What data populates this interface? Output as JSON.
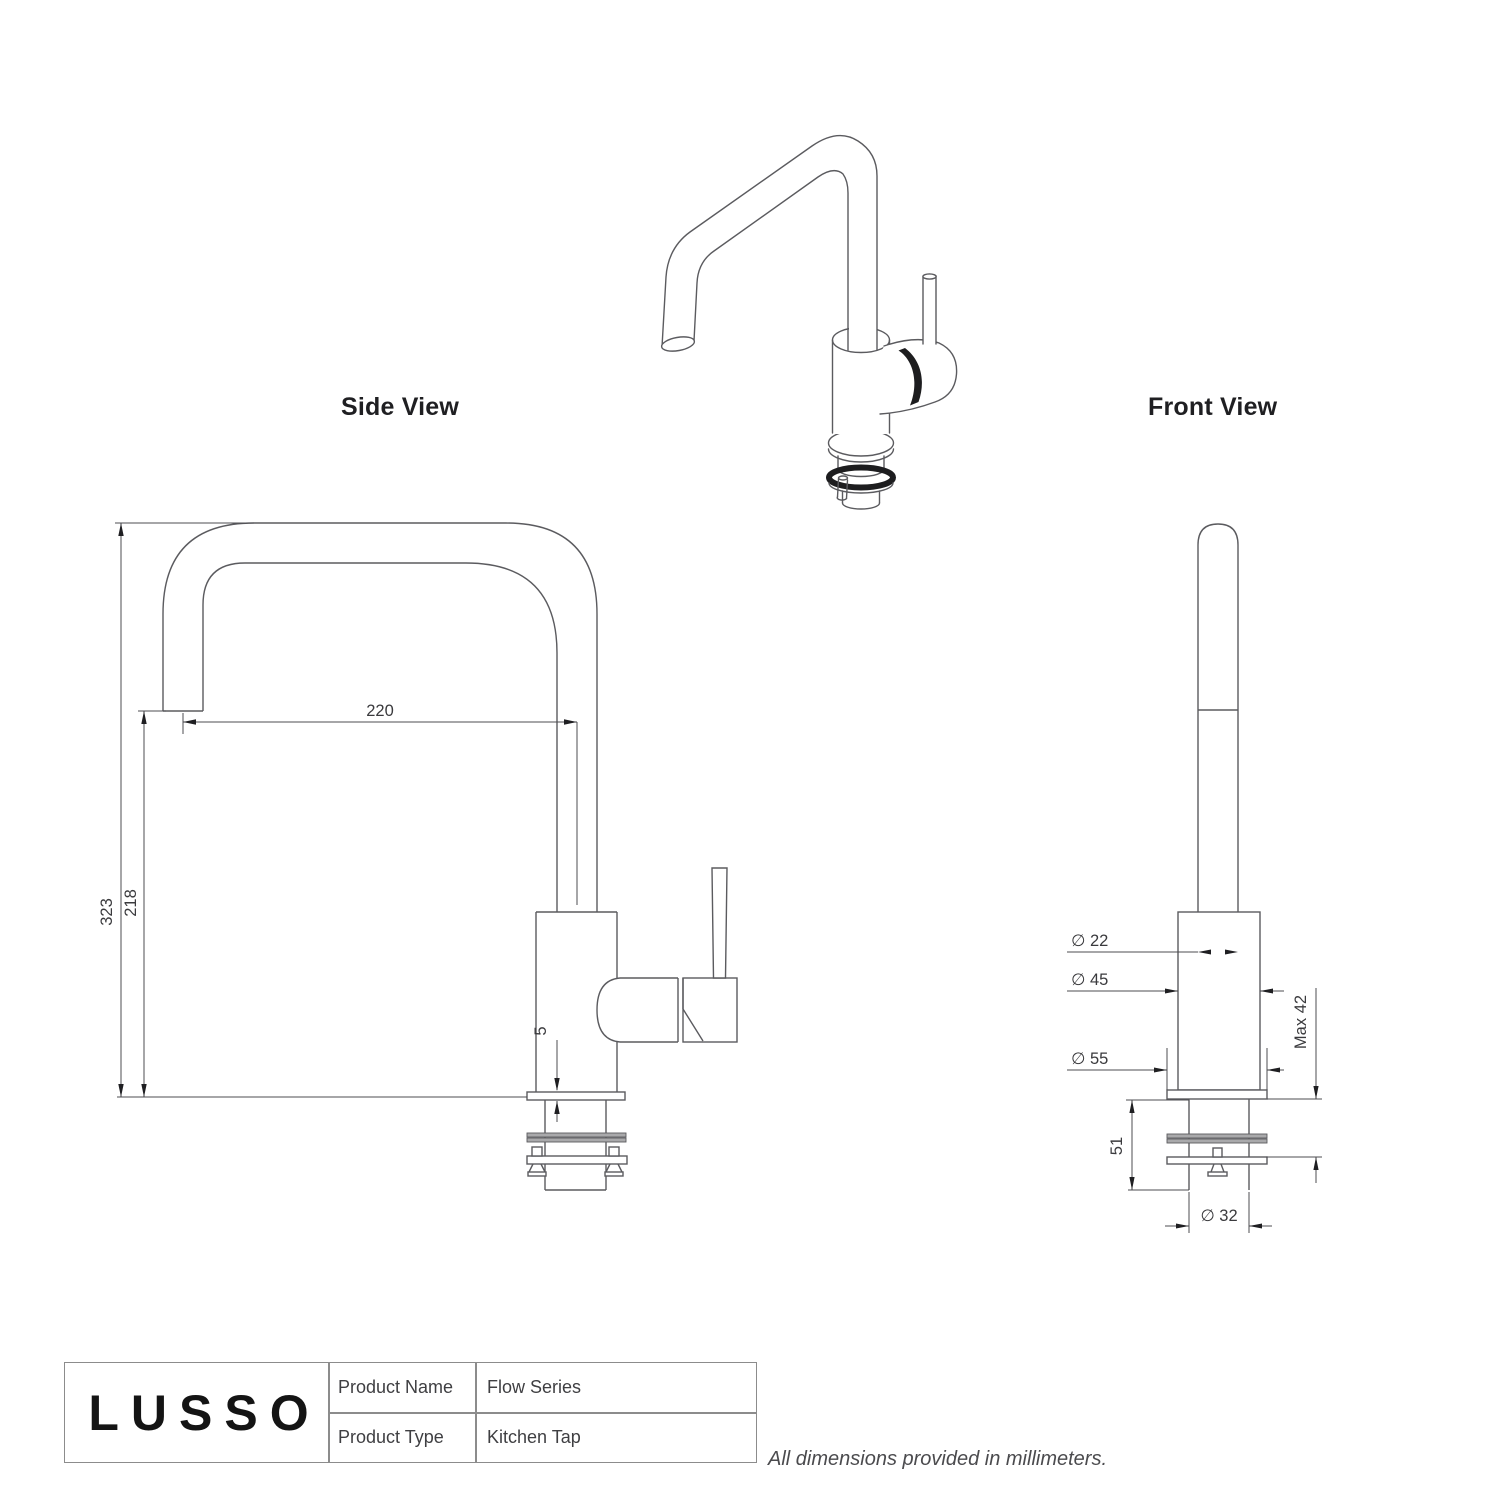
{
  "labels": {
    "side_view": "Side View",
    "front_view": "Front View"
  },
  "footnote": "All dimensions provided in millimeters.",
  "title_block": {
    "logo": "LUSSO",
    "rows": [
      {
        "label": "Product Name",
        "value": "Flow Series"
      },
      {
        "label": "Product Type",
        "value": "Kitchen Tap"
      }
    ]
  },
  "dimensions": {
    "side_view": {
      "spout_reach": "220",
      "total_height": "323",
      "spout_height": "218",
      "flange_thickness": "5"
    },
    "front_view": {
      "spout_diameter": "∅ 22",
      "body_diameter": "∅ 45",
      "flange_diameter": "∅ 55",
      "max_counter_thickness": "Max 42",
      "shank_length": "51",
      "shank_diameter": "∅ 32"
    }
  },
  "colors": {
    "part_line": "#5b5b5f",
    "dim_line": "#4c4c50",
    "dim_text": "#3a3a3d",
    "arrow": "#1f1f22",
    "washer_fill": "#a9a9ab",
    "dark_detail": "#1d1d1f",
    "table_border": "#8c8c8c"
  }
}
